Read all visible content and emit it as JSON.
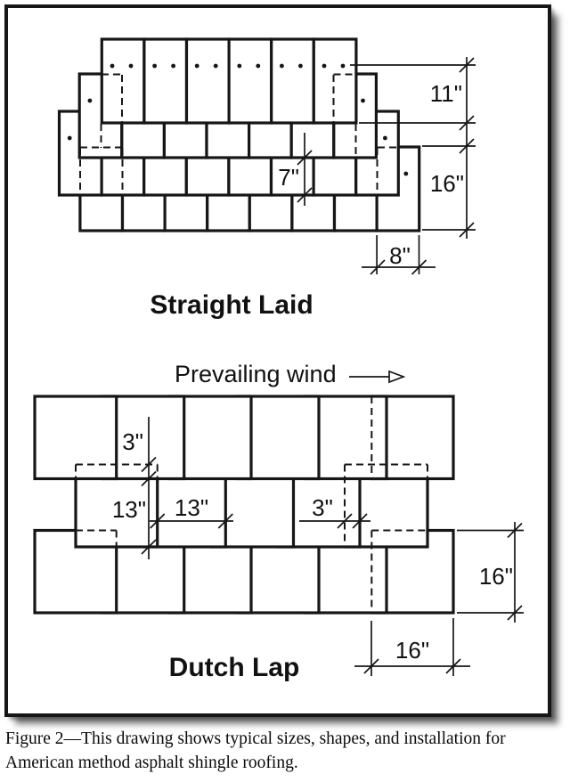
{
  "figure": {
    "caption": "Figure 2—This drawing shows typical sizes, shapes, and installation for American method asphalt shingle roofing."
  },
  "straight_laid": {
    "title": "Straight Laid",
    "dim_nail_to_butt": "11\"",
    "dim_shingle_length": "16\"",
    "dim_exposure": "7\"",
    "dim_side_offset": "8\""
  },
  "dutch_lap": {
    "title": "Dutch Lap",
    "wind_label": "Prevailing wind",
    "dim_head_lap": "3\"",
    "dim_vertical_exposure": "13\"",
    "dim_horizontal_exposure": "13\"",
    "dim_side_lap": "3\"",
    "dim_shingle_height": "16\"",
    "dim_shingle_width": "16\""
  }
}
